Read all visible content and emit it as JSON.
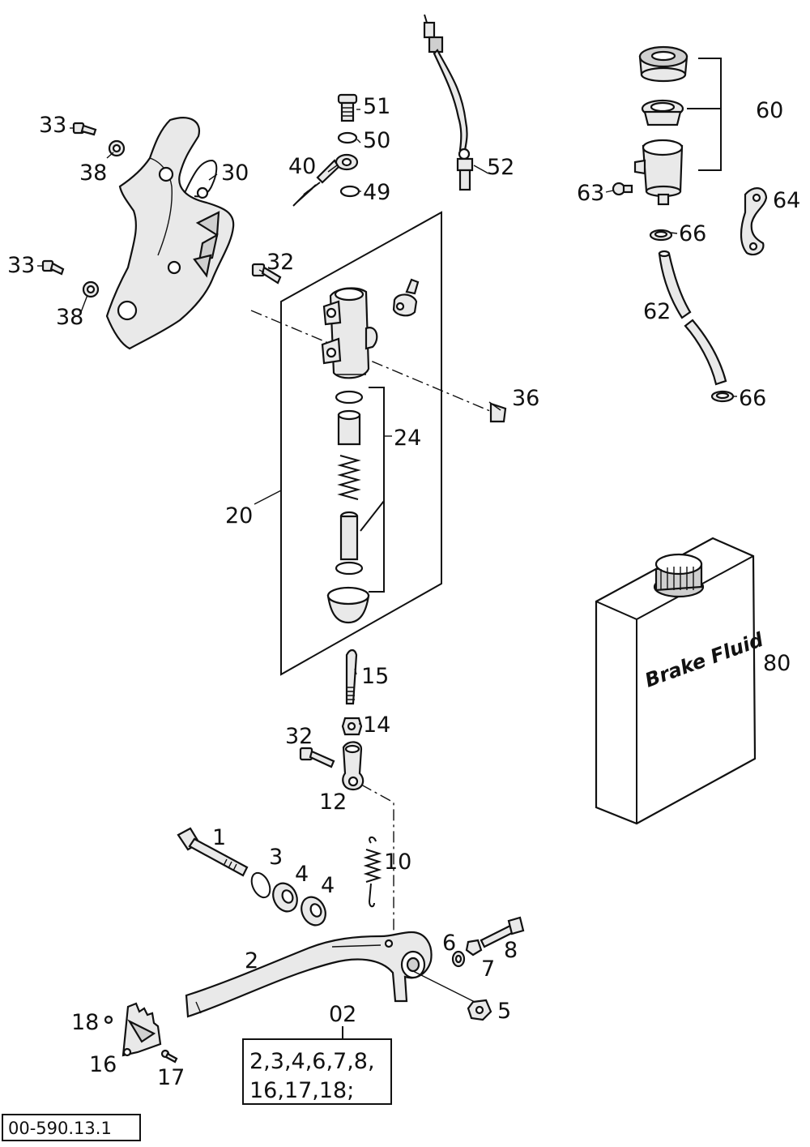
{
  "diagram": {
    "part_labels": [
      {
        "id": "51",
        "text": "51"
      },
      {
        "id": "50",
        "text": "50"
      },
      {
        "id": "40",
        "text": "40"
      },
      {
        "id": "49",
        "text": "49"
      },
      {
        "id": "52",
        "text": "52"
      },
      {
        "id": "33a",
        "text": "33"
      },
      {
        "id": "38a",
        "text": "38"
      },
      {
        "id": "30",
        "text": "30"
      },
      {
        "id": "33b",
        "text": "33"
      },
      {
        "id": "38b",
        "text": "38"
      },
      {
        "id": "32a",
        "text": "32"
      },
      {
        "id": "60",
        "text": "60"
      },
      {
        "id": "63",
        "text": "63"
      },
      {
        "id": "64",
        "text": "64"
      },
      {
        "id": "66a",
        "text": "66"
      },
      {
        "id": "62",
        "text": "62"
      },
      {
        "id": "66b",
        "text": "66"
      },
      {
        "id": "36",
        "text": "36"
      },
      {
        "id": "24",
        "text": "24"
      },
      {
        "id": "20",
        "text": "20"
      },
      {
        "id": "80",
        "text": "80"
      },
      {
        "id": "15",
        "text": "15"
      },
      {
        "id": "14",
        "text": "14"
      },
      {
        "id": "32b",
        "text": "32"
      },
      {
        "id": "12",
        "text": "12"
      },
      {
        "id": "1",
        "text": "1"
      },
      {
        "id": "3",
        "text": "3"
      },
      {
        "id": "4a",
        "text": "4"
      },
      {
        "id": "4b",
        "text": "4"
      },
      {
        "id": "10",
        "text": "10"
      },
      {
        "id": "2",
        "text": "2"
      },
      {
        "id": "6",
        "text": "6"
      },
      {
        "id": "8",
        "text": "8"
      },
      {
        "id": "7",
        "text": "7"
      },
      {
        "id": "5",
        "text": "5"
      },
      {
        "id": "02",
        "text": "02"
      },
      {
        "id": "18",
        "text": "18"
      },
      {
        "id": "16",
        "text": "16"
      },
      {
        "id": "17",
        "text": "17"
      }
    ],
    "kit_box": {
      "line1": "2,3,4,6,7,8,",
      "line2": "16,17,18;"
    },
    "bottle_label": "Brake Fluid",
    "drawing_reference": "00-590.13.1"
  }
}
